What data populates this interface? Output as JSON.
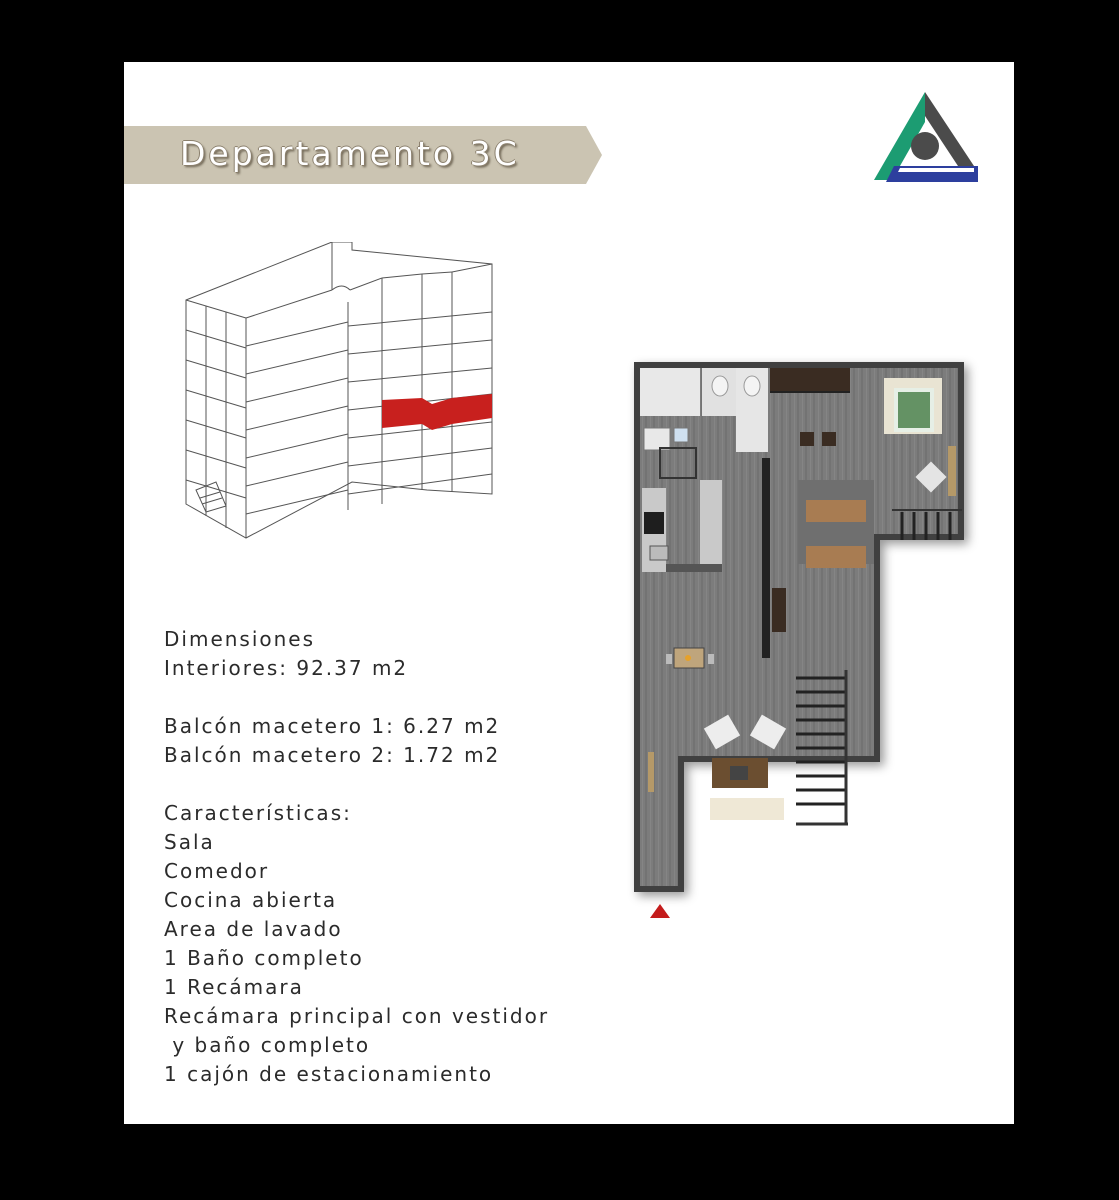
{
  "header": {
    "title": "Departamento 3C",
    "banner_color": "#cbc4b2"
  },
  "logo": {
    "icon": "triangle-logo-icon",
    "colors": [
      "#1c9c72",
      "#4b4b4b",
      "#2d3f9e"
    ]
  },
  "building": {
    "icon": "building-isometric-icon",
    "highlight_color": "#c8201e"
  },
  "floor_plan": {
    "icon": "floor-plan-render-icon"
  },
  "specs": {
    "dimensions_title": "Dimensiones",
    "interiores": "Interiores: 92.37 m2",
    "balcon_1": "Balcón macetero 1: 6.27 m2",
    "balcon_2": "Balcón macetero 2: 1.72 m2",
    "features_title": "Características:",
    "features": [
      "Sala",
      "Comedor",
      "Cocina abierta",
      "Area de lavado",
      "1 Baño completo",
      "1 Recámara",
      "Recámara principal con vestidor",
      " y baño completo",
      "1 cajón de estacionamiento"
    ]
  }
}
